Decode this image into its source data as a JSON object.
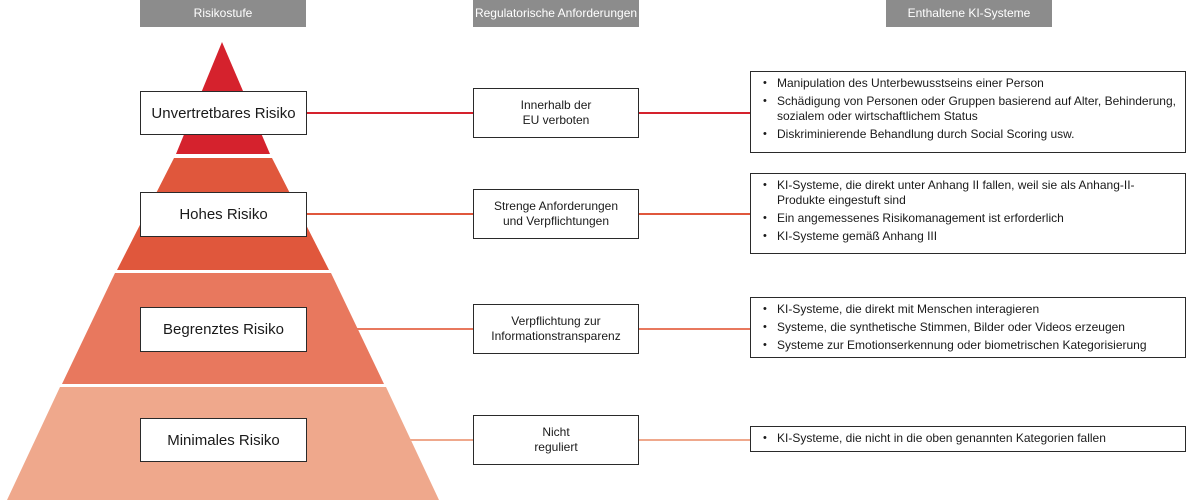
{
  "headers": {
    "risk_level": "Risikostufe",
    "requirements": "Regulatorische Anforderungen",
    "systems": "Enthaltene KI-Systeme"
  },
  "colors": {
    "header_bg": "#8c8c8c",
    "tier_unacceptable": "#d5222d",
    "tier_high": "#e0573c",
    "tier_limited": "#e8785e",
    "tier_minimal": "#efa88c"
  },
  "tiers": [
    {
      "level": "Unvertretbares Risiko",
      "requirement": "Innerhalb der\nEU verboten",
      "systems": [
        "Manipulation des Unterbewusstseins einer Person",
        "Schädigung von Personen oder Gruppen basierend auf Alter, Behinderung, sozialem oder wirtschaftlichem Status",
        "Diskriminierende Behandlung durch Social Scoring usw."
      ]
    },
    {
      "level": "Hohes Risiko",
      "requirement": "Strenge Anforderungen\nund Verpflichtungen",
      "systems": [
        "KI-Systeme, die direkt unter Anhang II fallen, weil sie als Anhang-II-Produkte eingestuft sind",
        "Ein angemessenes Risikomanagement ist erforderlich",
        "KI-Systeme gemäß Anhang III"
      ]
    },
    {
      "level": "Begrenztes Risiko",
      "requirement": "Verpflichtung zur\nInformationstransparenz",
      "systems": [
        "KI-Systeme, die direkt mit Menschen interagieren",
        "Systeme, die synthetische Stimmen, Bilder oder Videos erzeugen",
        "Systeme zur Emotionserkennung oder biometrischen Kategorisierung"
      ]
    },
    {
      "level": "Minimales Risiko",
      "requirement": "Nicht\nreguliert",
      "systems": [
        "KI-Systeme, die nicht in die oben genannten Kategorien fallen"
      ]
    }
  ]
}
